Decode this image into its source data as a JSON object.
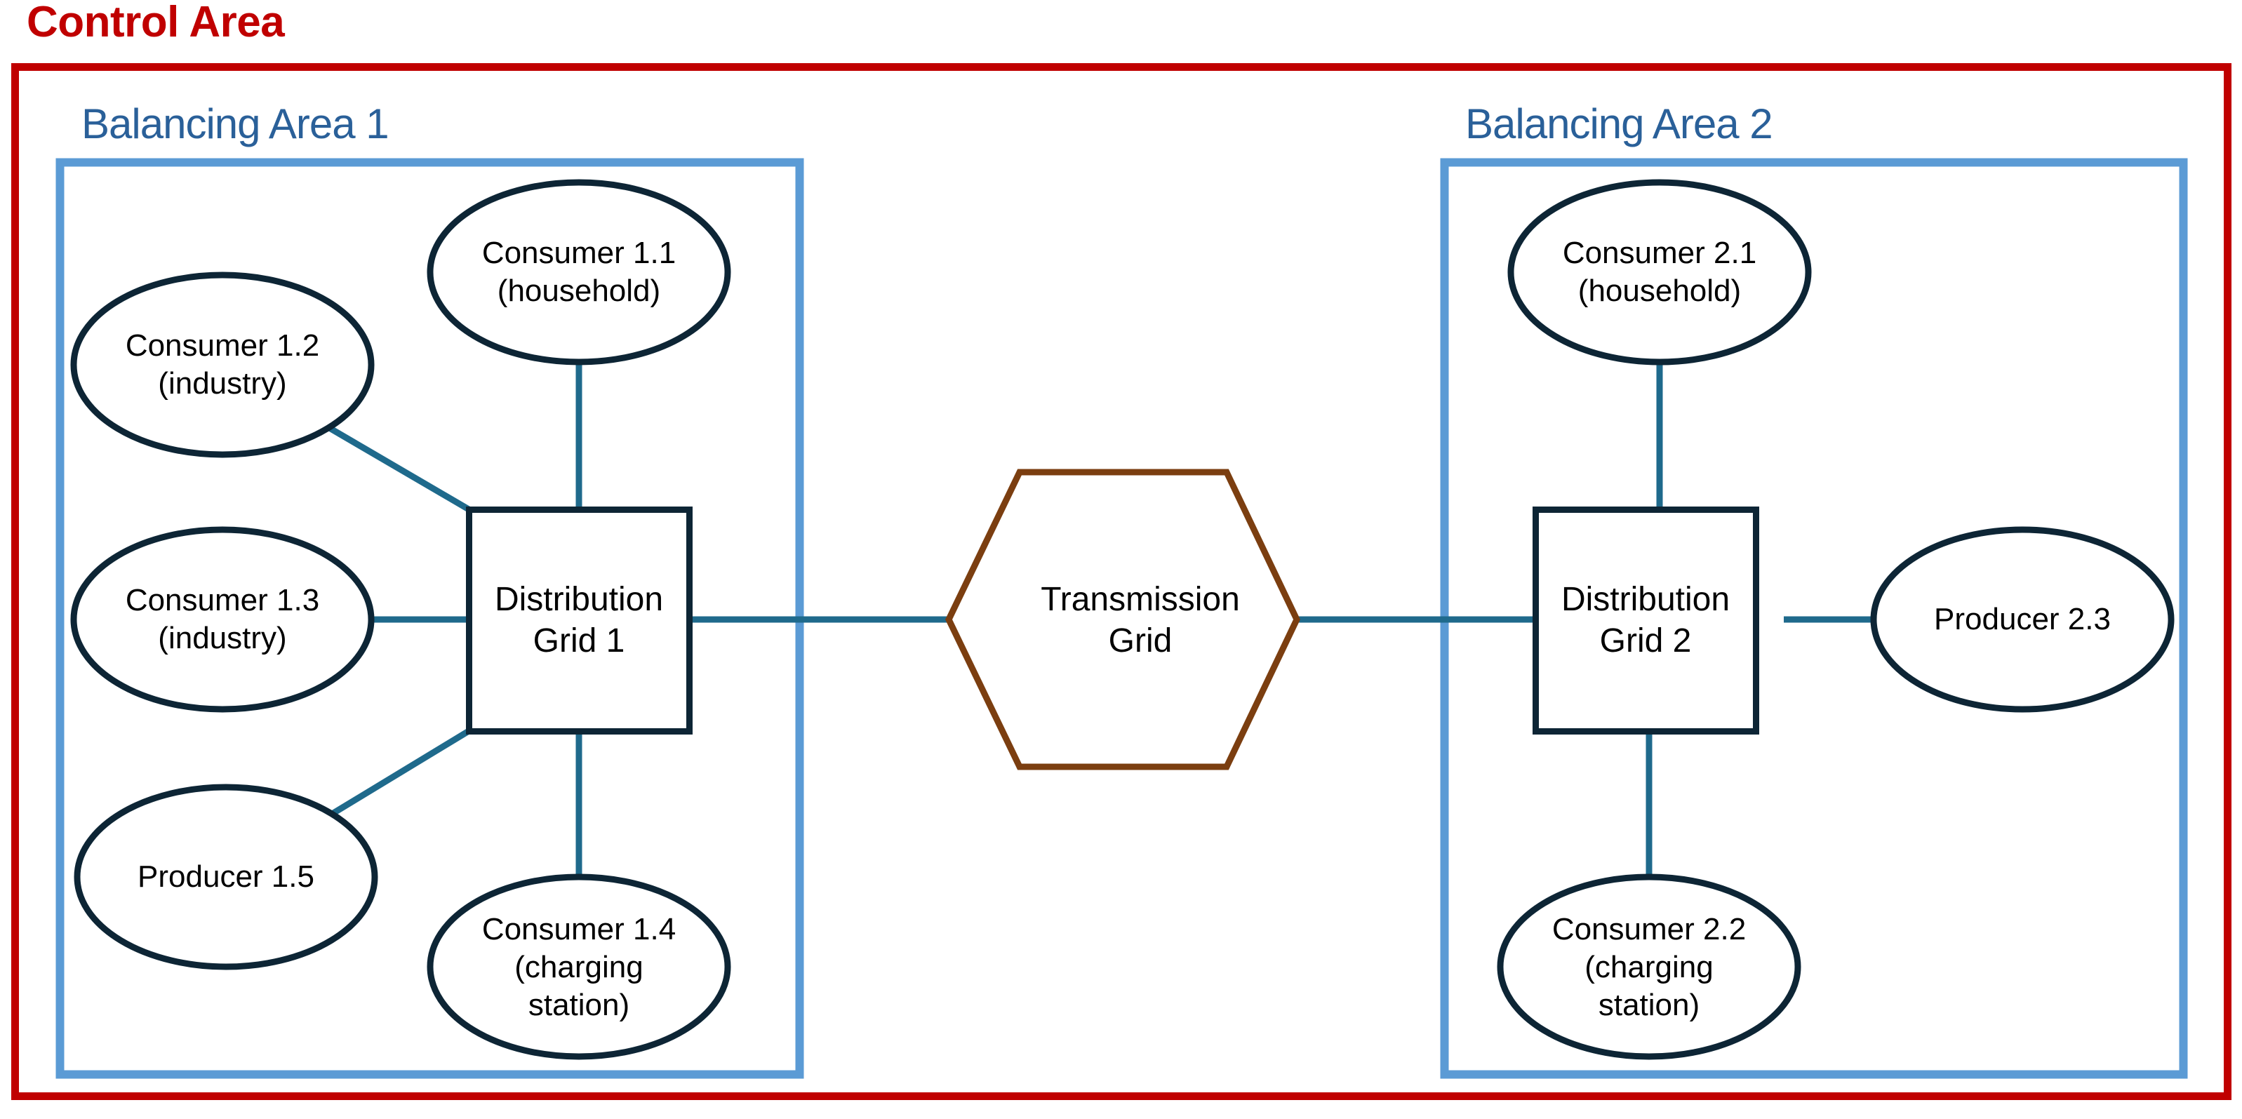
{
  "diagram": {
    "control_area": {
      "title": "Control Area",
      "border_color": "#C00000"
    },
    "balancing_areas": [
      {
        "id": "ba1",
        "title": "Balancing Area 1",
        "border_color": "#5B9BD5",
        "title_color": "#2A6099"
      },
      {
        "id": "ba2",
        "title": "Balancing Area 2",
        "border_color": "#5B9BD5",
        "title_color": "#2A6099"
      }
    ],
    "nodes": {
      "consumer_1_1": "Consumer 1.1\n(household)",
      "consumer_1_2": "Consumer 1.2\n(industry)",
      "consumer_1_3": "Consumer 1.3\n(industry)",
      "consumer_1_4": "Consumer 1.4\n(charging\nstation)",
      "producer_1_5": "Producer 1.5",
      "distribution_grid_1": "Distribution\nGrid 1",
      "transmission_grid": "Transmission\nGrid",
      "distribution_grid_2": "Distribution\nGrid 2",
      "consumer_2_1": "Consumer 2.1\n(household)",
      "consumer_2_2": "Consumer 2.2\n(charging\nstation)",
      "producer_2_3": "Producer 2.3"
    },
    "colors": {
      "node_outline": "#0D2535",
      "connector": "#1F6A8C",
      "hexagon_outline": "#7B3E10",
      "control_border": "#C00000",
      "area_border": "#5B9BD5",
      "area_title": "#2A6099",
      "background": "#FFFFFF"
    },
    "connections": [
      {
        "from": "consumer_1_1",
        "to": "distribution_grid_1"
      },
      {
        "from": "consumer_1_2",
        "to": "distribution_grid_1"
      },
      {
        "from": "consumer_1_3",
        "to": "distribution_grid_1"
      },
      {
        "from": "producer_1_5",
        "to": "distribution_grid_1"
      },
      {
        "from": "consumer_1_4",
        "to": "distribution_grid_1"
      },
      {
        "from": "distribution_grid_1",
        "to": "transmission_grid"
      },
      {
        "from": "transmission_grid",
        "to": "distribution_grid_2"
      },
      {
        "from": "consumer_2_1",
        "to": "distribution_grid_2"
      },
      {
        "from": "consumer_2_2",
        "to": "distribution_grid_2"
      },
      {
        "from": "producer_2_3",
        "to": "distribution_grid_2"
      }
    ]
  }
}
